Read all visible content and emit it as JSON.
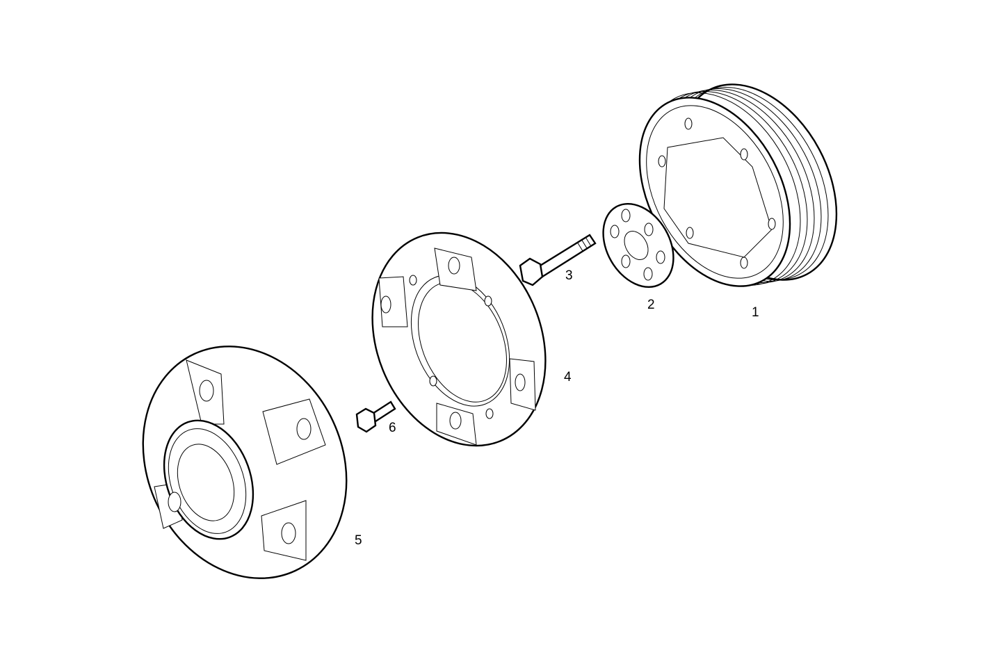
{
  "diagram": {
    "type": "exploded-parts-view",
    "background": "#ffffff",
    "line_color": "#000000",
    "parts": [
      {
        "id": "1",
        "label": "1",
        "description": "grooved pulley / hub with bolt holes"
      },
      {
        "id": "2",
        "label": "2",
        "description": "perforated disc washer"
      },
      {
        "id": "3",
        "label": "3",
        "description": "long hex bolt"
      },
      {
        "id": "4",
        "label": "4",
        "description": "flange ring with four lugs"
      },
      {
        "id": "5",
        "label": "5",
        "description": "elastic coupling element"
      },
      {
        "id": "6",
        "label": "6",
        "description": "short hex bolt"
      }
    ]
  }
}
